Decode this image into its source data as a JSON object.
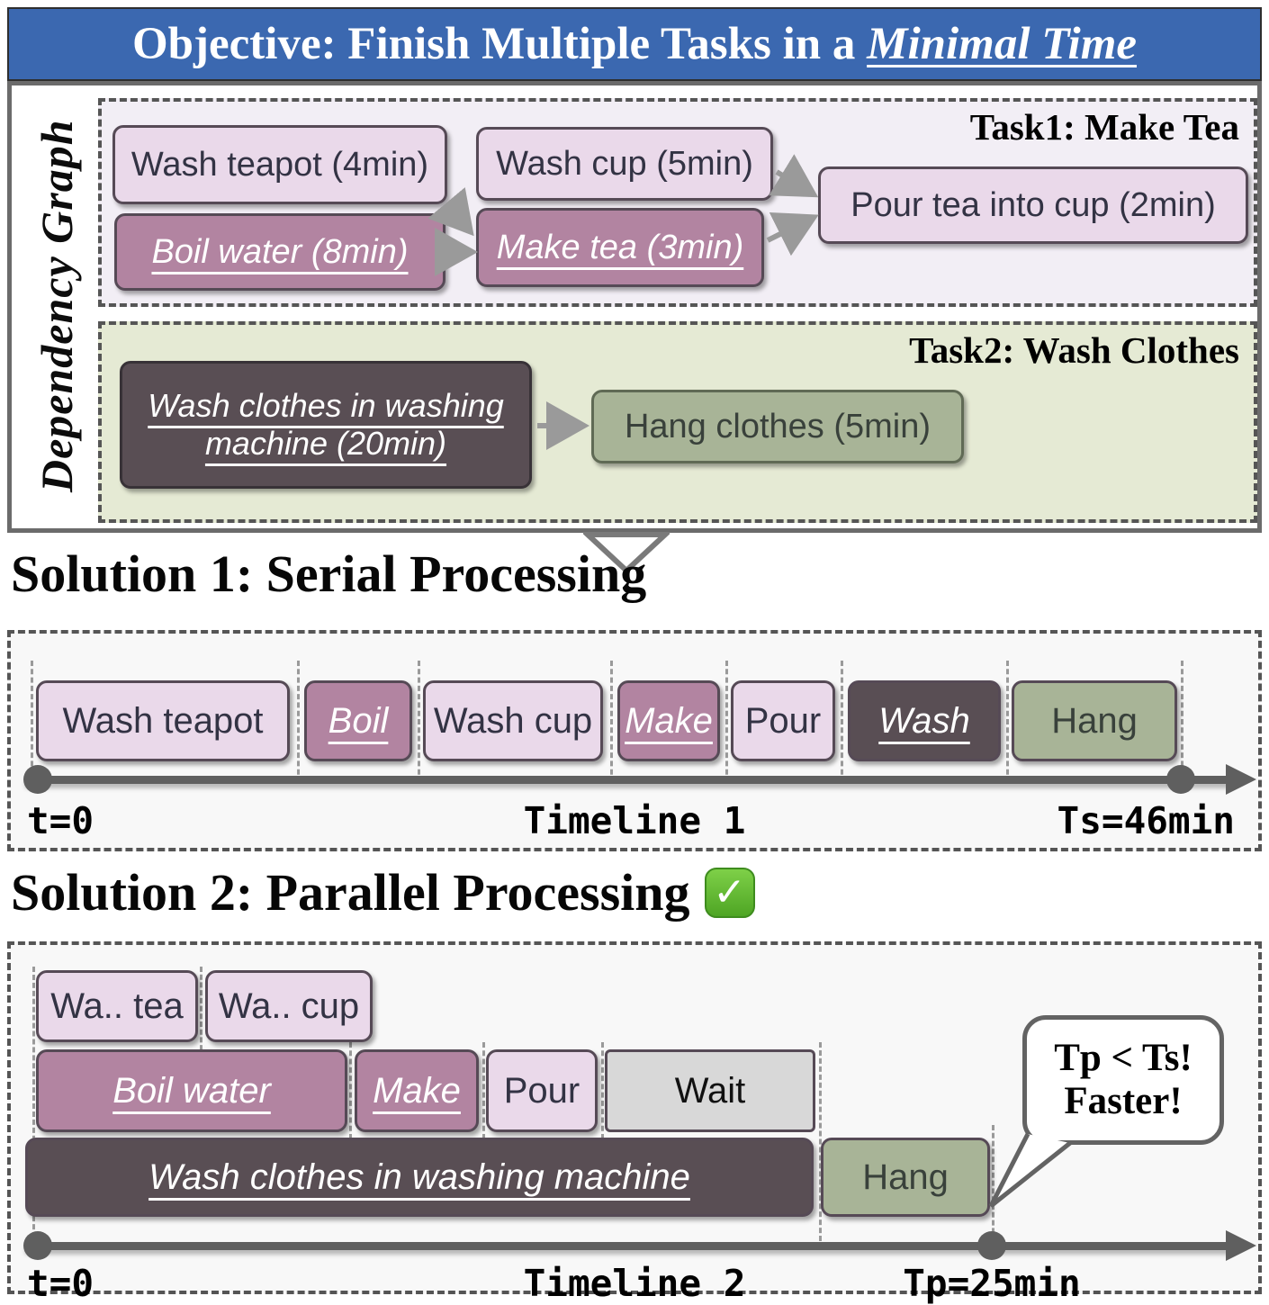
{
  "header": {
    "title_prefix": "Objective: Finish Multiple Tasks in a ",
    "title_emphasis": "Minimal Time"
  },
  "dependency_graph": {
    "side_label": "Dependency Graph",
    "task1_label": "Task1: Make Tea",
    "task2_label": "Task2: Wash Clothes",
    "nodes": {
      "wash_teapot": "Wash teapot (4min)",
      "wash_cup": "Wash cup (5min)",
      "pour": "Pour tea into cup (2min)",
      "boil": "Boil water (8min)",
      "make": "Make tea (3min)",
      "wash_machine_line1": "Wash clothes in washing",
      "wash_machine_line2": "machine (20min)",
      "hang": "Hang clothes (5min)"
    }
  },
  "solution1": {
    "heading": "Solution 1: Serial Processing",
    "t0": "t=0",
    "timeline_label": "Timeline 1",
    "end_label": "Ts=46min",
    "boxes": [
      {
        "text": "Wash teapot"
      },
      {
        "text": "Boil"
      },
      {
        "text": "Wash cup"
      },
      {
        "text": "Make"
      },
      {
        "text": "Pour"
      },
      {
        "text": "Wash"
      },
      {
        "text": "Hang"
      }
    ]
  },
  "solution2": {
    "heading": "Solution 2: Parallel Processing",
    "check_icon": "✓",
    "t0": "t=0",
    "timeline_label": "Timeline 2",
    "end_label": "Tp=25min",
    "row1": [
      {
        "text": "Wa.. tea"
      },
      {
        "text": "Wa.. cup"
      }
    ],
    "row2": [
      {
        "text": "Boil water"
      },
      {
        "text": "Make"
      },
      {
        "text": "Pour"
      },
      {
        "text": "Wait"
      }
    ],
    "row3": [
      {
        "text": "Wash clothes in washing machine"
      },
      {
        "text": "Hang"
      }
    ],
    "bubble_line1": "Tp < Ts!",
    "bubble_line2": "Faster!"
  },
  "colors": {
    "header_blue": "#3b68b0",
    "light_pink": "#ead9ea",
    "mauve": "#b284a1",
    "dark_gray": "#594e54",
    "green": "#a8b497",
    "wait_gray": "#d8d8d8",
    "task1_panel": "#f2eef5",
    "task2_panel": "#e5ead4"
  }
}
